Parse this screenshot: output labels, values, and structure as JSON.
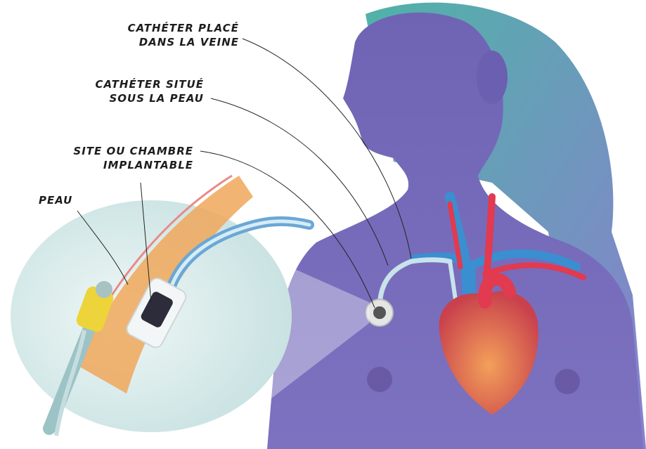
{
  "labels": {
    "catheter_vein": {
      "line1": "CATHÉTER PLACÉ",
      "line2": "DANS LA VEINE"
    },
    "catheter_skin": {
      "line1": "CATHÉTER SITUÉ",
      "line2": "SOUS LA PEAU"
    },
    "port": {
      "line1": "SITE OU CHAMBRE",
      "line2": "IMPLANTABLE"
    },
    "skin": "PEAU"
  },
  "colors": {
    "body": "#7a6fba",
    "body_shadow": "#5e5aa6",
    "hair": "#4fa8a8",
    "artery": "#e23a4f",
    "vein": "#3a8fd0",
    "heart": "#d9534f",
    "skin_layer": "#f0a75a",
    "zoom_bubble": "#d8ecec"
  }
}
